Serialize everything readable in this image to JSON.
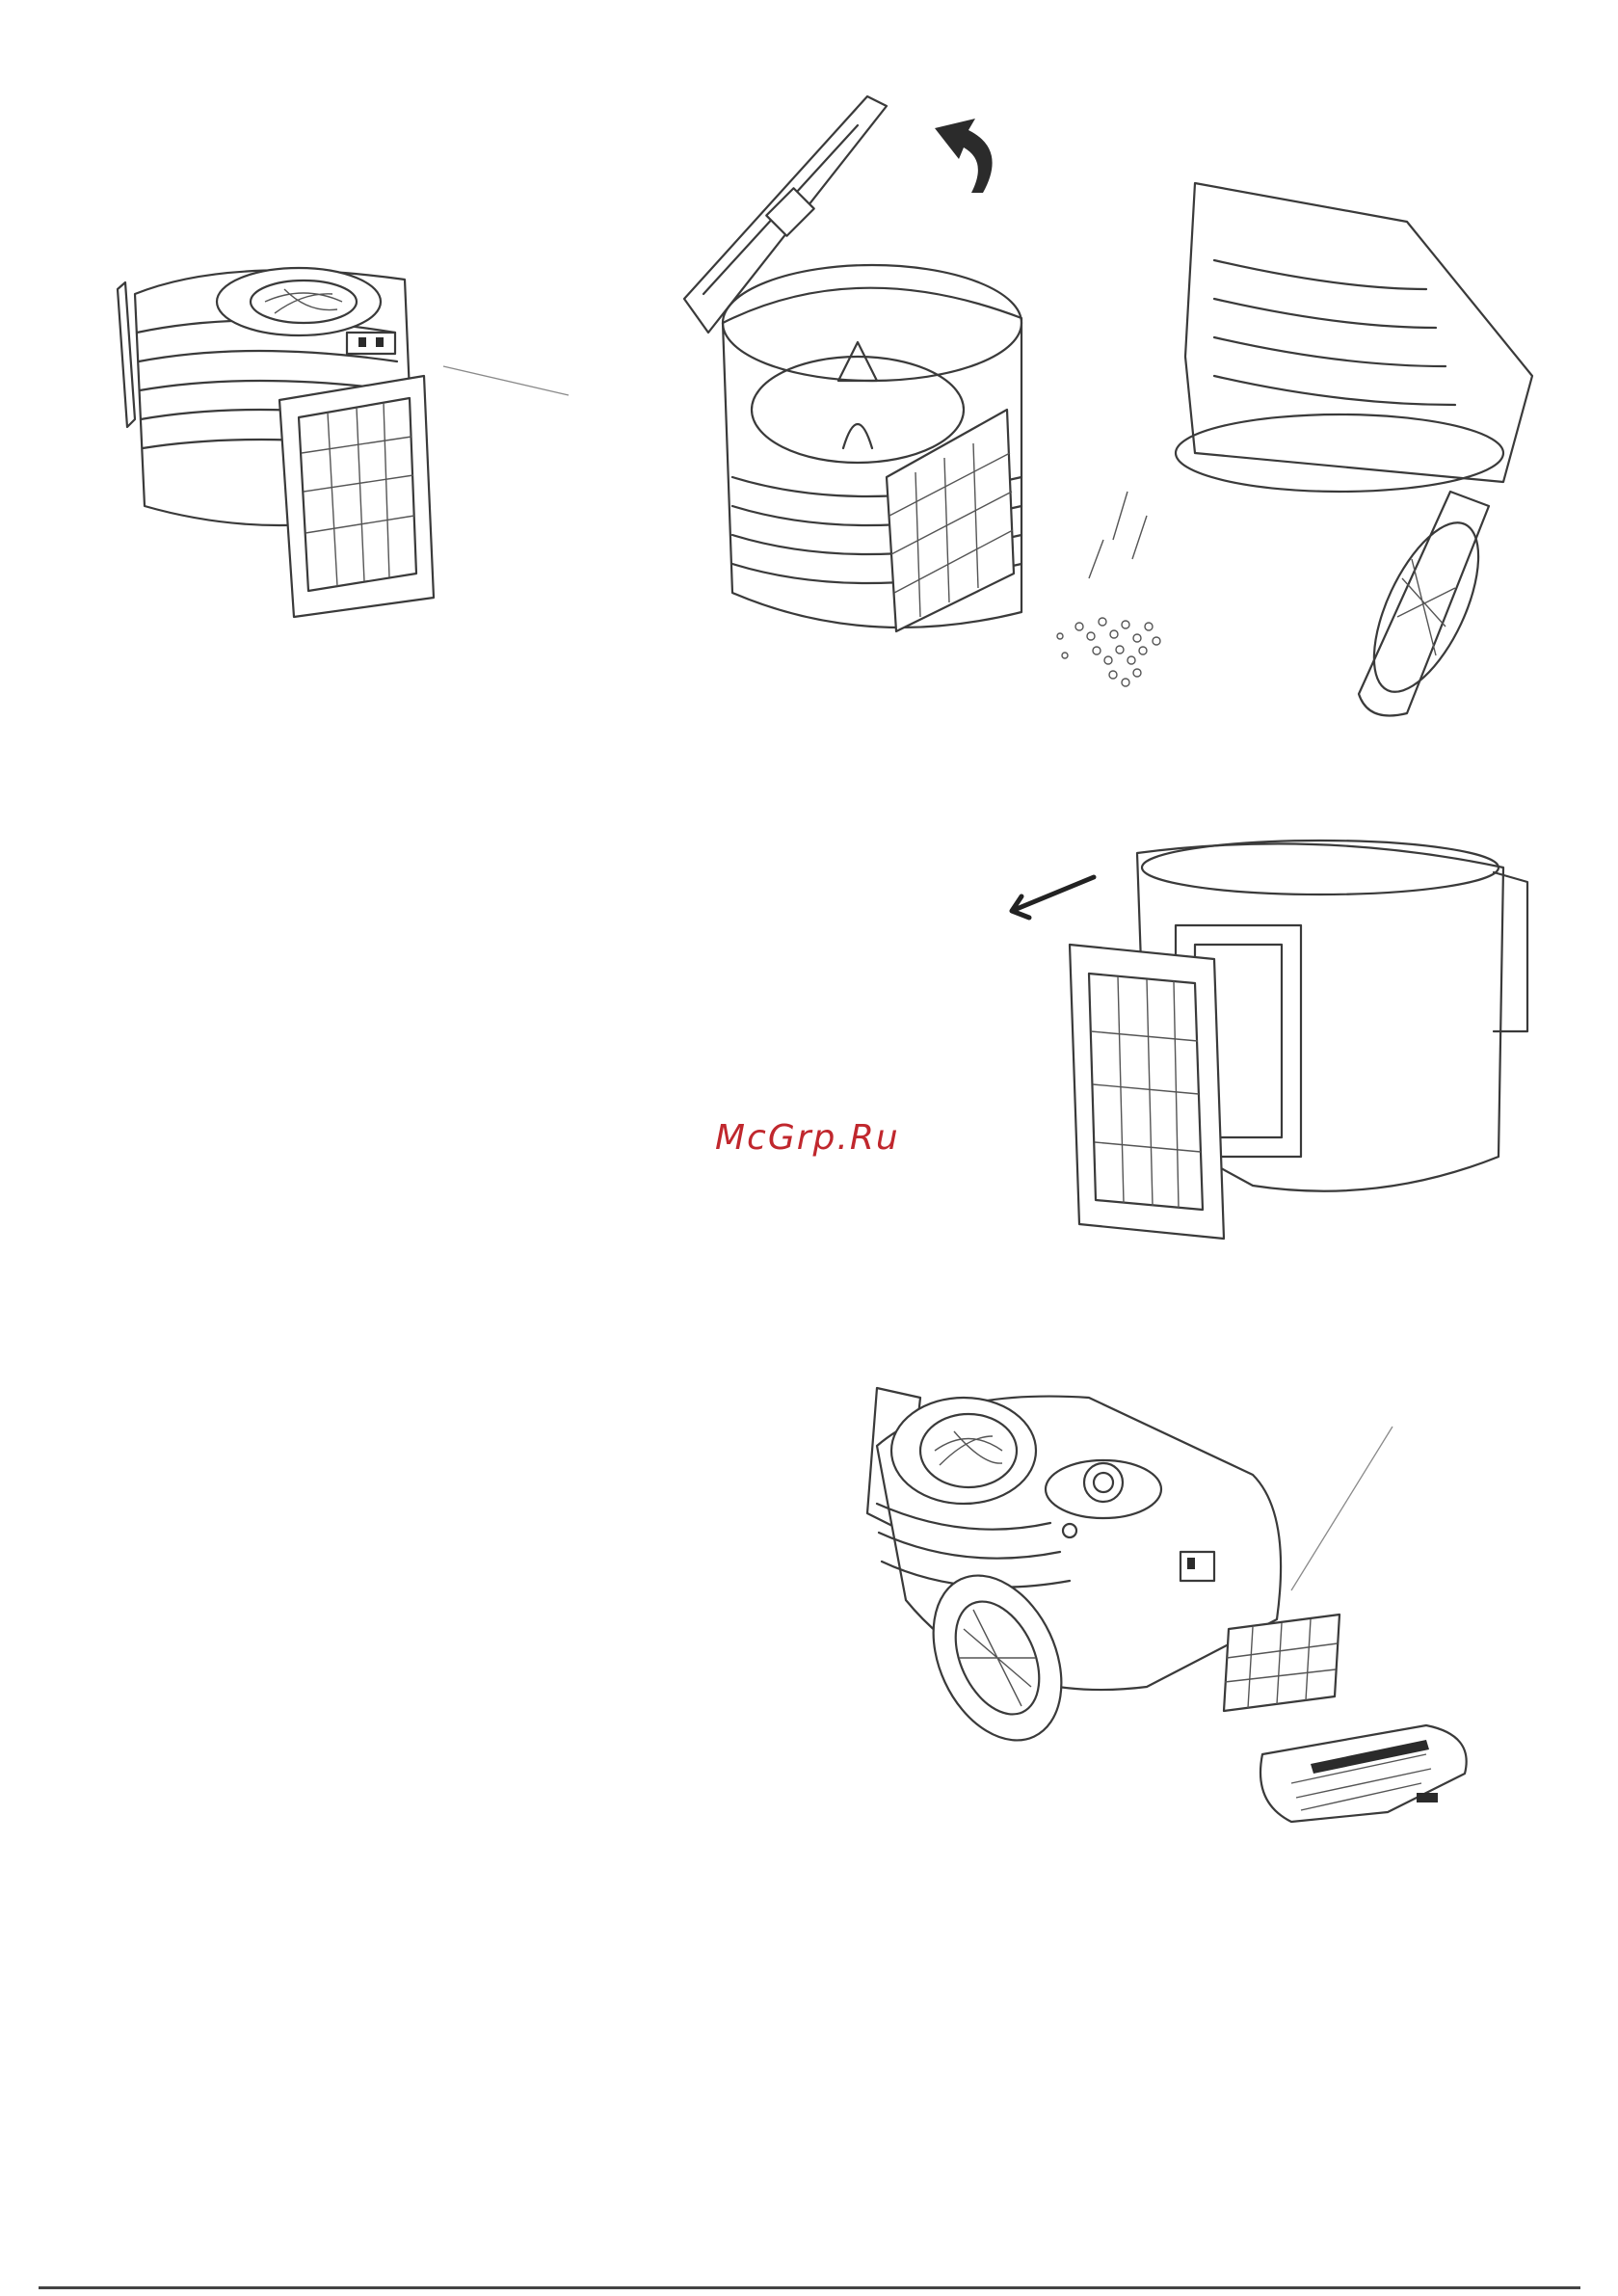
{
  "watermark": {
    "text": "McGrp.Ru",
    "color": "#c0272d"
  },
  "figures": [
    {
      "id": "dust-container-closed",
      "icon": "dust-container-icon"
    },
    {
      "id": "dust-container-lid-open",
      "icon": "open-lid-icon",
      "arrow": "rotate-arrow-icon"
    },
    {
      "id": "dust-container-emptying",
      "icon": "emptying-dust-icon"
    },
    {
      "id": "filter-removal",
      "icon": "filter-slide-out-icon",
      "arrow": "pull-arrow-icon"
    },
    {
      "id": "vacuum-rear-filter",
      "icon": "vacuum-cleaner-icon"
    }
  ]
}
